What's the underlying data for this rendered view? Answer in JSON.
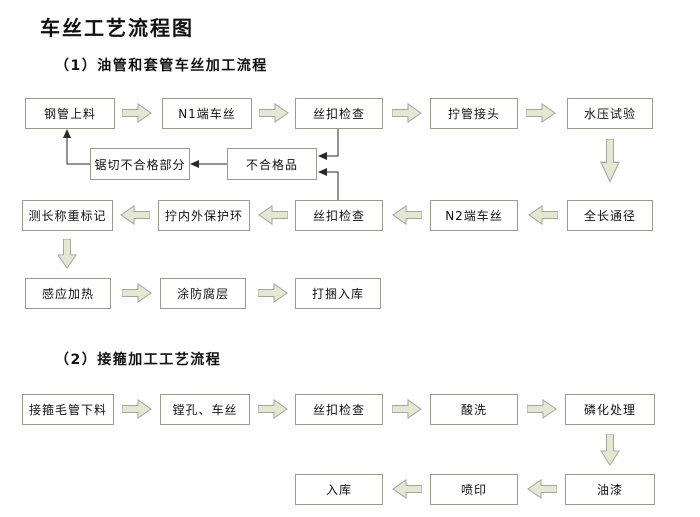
{
  "title": "车丝工艺流程图",
  "sections": [
    {
      "heading": "（1）油管和套管车丝加工流程"
    },
    {
      "heading": "（2）接箍加工工艺流程"
    }
  ],
  "nodes": {
    "steel_pipe_loading": "钢管上料",
    "n1_threading": "N1端车丝",
    "thread_check_1": "丝扣检查",
    "tighten_coupling": "拧管接头",
    "hydro_test": "水压试验",
    "saw_defective_part": "锯切不合格部分",
    "defective_product": "不合格品",
    "measure_weigh_mark": "测长称重标记",
    "protective_rings": "拧内外保护环",
    "thread_check_2": "丝扣检查",
    "n2_threading": "N2端车丝",
    "full_length_drift": "全长通径",
    "induction_heating": "感应加热",
    "anticorrosive_coating": "涂防腐层",
    "bundle_warehouse": "打捆入库",
    "coupling_blank_cutting": "接箍毛管下料",
    "boring_threading": "镗孔、车丝",
    "thread_check_3": "丝扣检查",
    "pickling": "酸洗",
    "phosphating": "磷化处理",
    "warehouse_in": "入库",
    "spray_printing": "喷印",
    "painting": "油漆"
  },
  "colors": {
    "arrow_fill": "#e4e8d2",
    "arrow_border": "#a6a69a",
    "box_border": "#9b9b8b",
    "connector_line": "#2a2a2a",
    "background": "#fefefe",
    "text": "#111111"
  }
}
